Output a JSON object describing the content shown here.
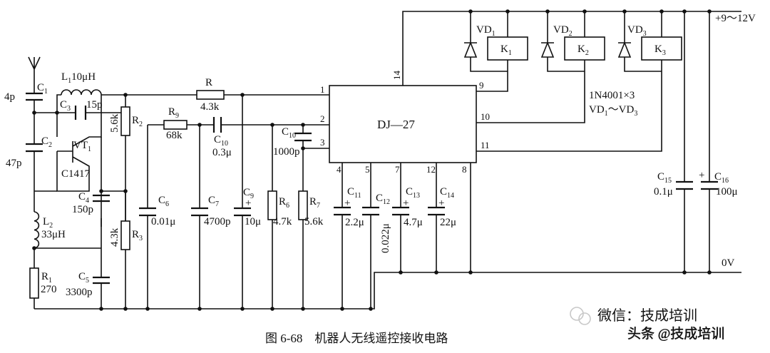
{
  "caption": "图 6-68　机器人无线遥控接收电路",
  "watermark_wechat": "微信：技成培训",
  "watermark_toutiao": "头条 @技成培训",
  "ic": {
    "name": "DJ—27",
    "pins": [
      "1",
      "2",
      "3",
      "4",
      "5",
      "7",
      "12",
      "8",
      "9",
      "10",
      "11",
      "14"
    ]
  },
  "supply": {
    "positive": "+9～12V",
    "ground": "0V"
  },
  "diode_note": [
    "1N4001×3",
    "VD",
    "1",
    "～VD",
    "3"
  ],
  "labels": {
    "c1": "C",
    "c1s": "1",
    "c1v": "4p",
    "l1": "L",
    "l1s": "1",
    "l1v": "10μH",
    "c3": "C",
    "c3s": "3",
    "c3v": "15p",
    "c2": "C",
    "c2s": "2",
    "c2v": "47p",
    "vt1": "VT",
    "vt1s": "1",
    "vt1t": "C1417",
    "l2": "L",
    "l2s": "2",
    "l2v": "33μH",
    "r1": "R",
    "r1s": "1",
    "r1v": "270",
    "c4": "C",
    "c4s": "4",
    "c4v": "150p",
    "c5": "C",
    "c5s": "5",
    "c5v": "3300p",
    "r2": "R",
    "r2s": "2",
    "r2v": "5.6k",
    "r3": "R",
    "r3s": "3",
    "r3v": "4.3k",
    "r9": "R",
    "r9s": "9",
    "r9v": "68k",
    "r": "R",
    "rv": "4.3k",
    "c10": "C",
    "c10s": "10",
    "c10v": "0.3μ",
    "c6": "C",
    "c6s": "6",
    "c6v": "0.01μ",
    "c7": "C",
    "c7s": "7",
    "c7v": "4700p",
    "c9": "C",
    "c9s": "9",
    "c9v": "10μ",
    "r6": "R",
    "r6s": "6",
    "r6v": "4.7k",
    "c10b": "C",
    "c10bs": "10",
    "c10bv": "1000p",
    "r7": "R",
    "r7s": "7",
    "r7v": "5.6k",
    "c11": "C",
    "c11s": "11",
    "c11v": "2.2μ",
    "c12": "C",
    "c12s": "12",
    "c12v": "0.022μ",
    "c13": "C",
    "c13s": "13",
    "c13v": "4.7μ",
    "c14": "C",
    "c14s": "14",
    "c14v": "22μ",
    "c15": "C",
    "c15s": "15",
    "c15v": "0.1μ",
    "c16": "C",
    "c16s": "16",
    "c16v": "100μ",
    "vd1": "VD",
    "vd1s": "1",
    "k1": "K",
    "k1s": "1",
    "vd2": "VD",
    "vd2s": "2",
    "k2": "K",
    "k2s": "2",
    "vd3": "VD",
    "vd3s": "3",
    "k3": "K",
    "k3s": "3",
    "plus": "+"
  }
}
